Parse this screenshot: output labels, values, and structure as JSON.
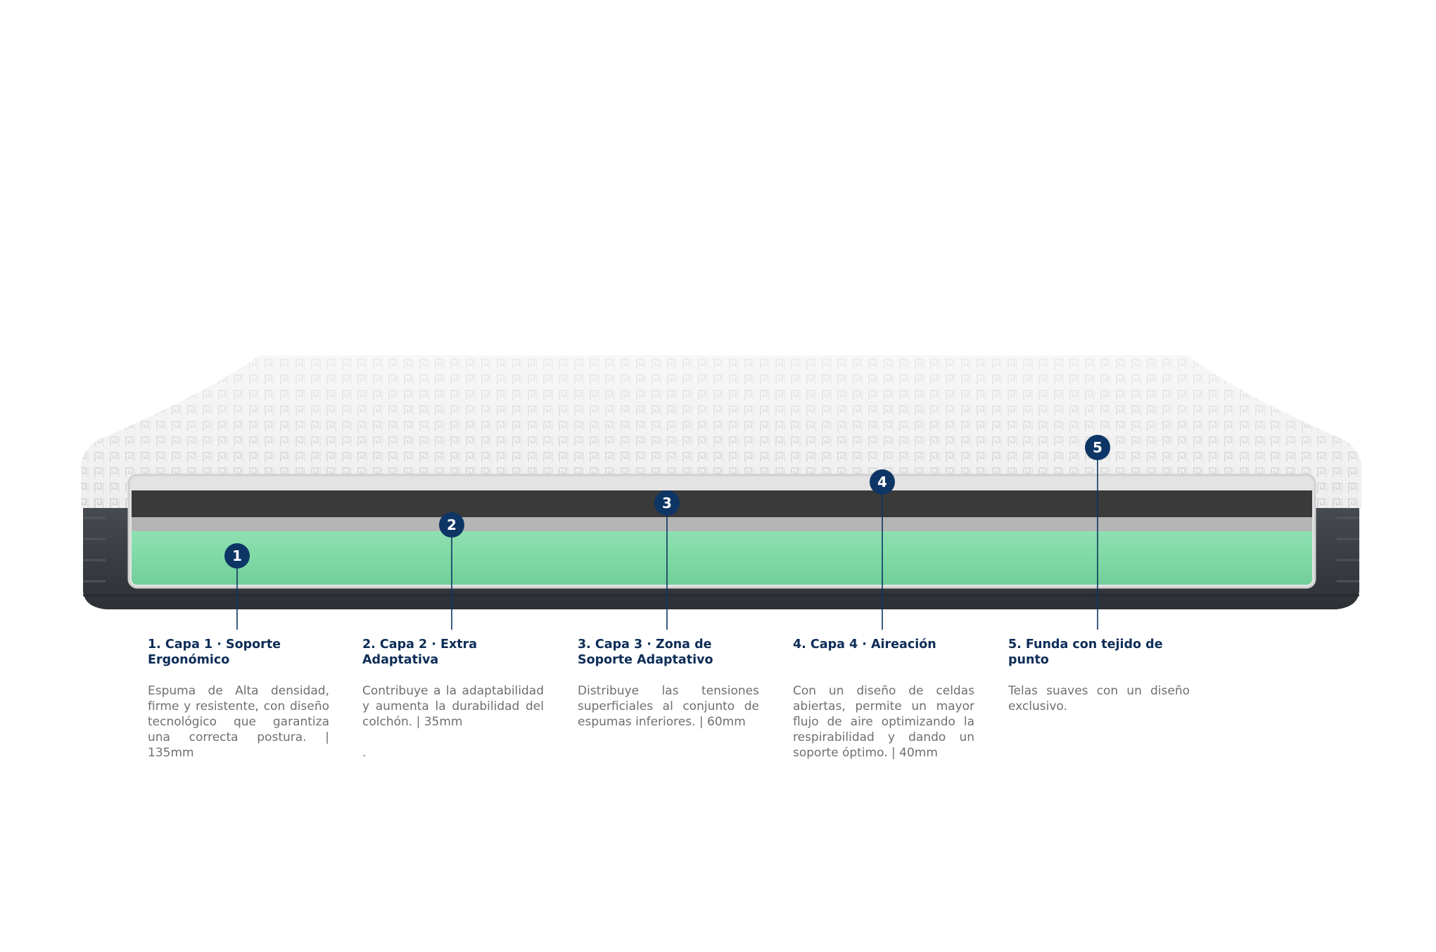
{
  "colors": {
    "accent_navy": "#0d3565",
    "foam_green": "#7fd9a5",
    "comfort_dark": "#3a3a3a",
    "transition_gray": "#b5b5b5",
    "cover_white": "#efefef",
    "border_knit": "#3b3f45"
  },
  "layers": [
    {
      "number": "1",
      "title": "1. Capa 1 · Soporte Ergonómico",
      "description": "Espuma de Alta densidad, firme y resistente, con diseño tecnológico que garantiza una correcta postura. | 135mm",
      "extra": ""
    },
    {
      "number": "2",
      "title": "2. Capa 2 · Extra Adaptativa",
      "description": "Contribuye a la adaptabilidad y aumenta la durabilidad del colchón. | 35mm",
      "extra": "."
    },
    {
      "number": "3",
      "title": "3. Capa 3 · Zona de Soporte Adaptativo",
      "description": "Distribuye las tensiones superficiales al conjunto de espumas inferiores. | 60mm",
      "extra": ""
    },
    {
      "number": "4",
      "title": "4. Capa 4 · Aireación",
      "description": "Con un diseño de celdas abiertas, permite un mayor flujo de aire optimizando la respirabilidad y dando un soporte óptimo. | 40mm",
      "extra": ""
    },
    {
      "number": "5",
      "title": "5. Funda con tejido de punto",
      "description": "Telas suaves con un diseño exclusivo.",
      "extra": ""
    }
  ]
}
